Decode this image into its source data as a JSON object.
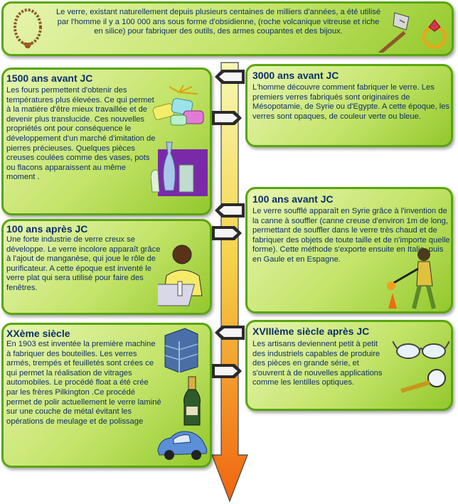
{
  "intro": {
    "text": "Le verre, existant naturellement depuis plusieurs centaines de milliers d'années, a été utilisé par l'homme il y a 100 000 ans sous forme d'obsidienne, (roche volcanique vitreuse et riche en silice) pour fabriquer des outils, des armes coupantes et des bijoux."
  },
  "events": [
    {
      "title": "1500 ans avant JC",
      "text": "Les fours permettent d'obtenir des températures plus élevées. Ce qui permet à la matière d'être mieux travaillée et de devenir plus translucide. Ces nouvelles propriétés ont pour conséquence le développement d'un marché d'imitation de pierres précieuses. Quelques pièces creuses coulées comme des vases, pots ou flacons apparaissent au même moment ."
    },
    {
      "title": "3000 ans avant JC",
      "text": "L'homme découvre comment fabriquer le verre. Les premiers verres fabriqués sont originaires de Mésopotamie, de Syrie ou d'Egypte. A cette époque, les verres sont opaques, de couleur verte ou bleue."
    },
    {
      "title": "100 ans après JC",
      "text": "Une forte industrie de verre creux se développe. Le verre incolore apparaît grâce à l'ajout de manganèse, qui joue le rôle de purificateur. A cette époque est inventé le verre plat qui sera utilisé pour faire des fenêtres."
    },
    {
      "title": "100 ans avant JC",
      "text": "Le verre soufflé apparaît en Syrie grâce à l'invention de la canne à souffler (canne creuse d'environ 1m de long, permettant de souffler dans le verre très chaud et de fabriquer des objets de toute taille et de n'importe quelle forme). Cette méthode s'exporte ensuite en Italie, puis en Gaule et en Espagne."
    },
    {
      "title": "XXème siècle",
      "text": "En 1903 est inventée la première machine à fabriquer des bouteilles. Les verres armés, trempés et feuilletés sont crées ce qui permet la réalisation de vitrages automobiles. Le procédé float a été crée par les frères Pilkington .Ce procédé permet de polir actuellement le verre laminé sur une couche de métal évitant les opérations de meulage et de polissage"
    },
    {
      "title": "XVIIIème siècle après JC",
      "text": "Les artisans deviennent petit à petit des industriels capables de produire des pièces en grande série, et s'ouvrent à de nouvelles applications comme les lentilles optiques."
    }
  ],
  "colors": {
    "box_border": "#5aa50f",
    "title_text": "#0a2f6b",
    "body_text": "#0e2f66",
    "arrow_top": "#f4f7a0",
    "arrow_bottom": "#f06a12"
  },
  "icons": [
    "necklace-icon",
    "axe-icon",
    "ring-icon",
    "gems-icon",
    "vases-icon",
    "glassworker-icon",
    "glassblower-icon",
    "building-icon",
    "bottle-icon",
    "car-icon",
    "glasses-icon",
    "magnifier-icon",
    "signpost-icon"
  ]
}
